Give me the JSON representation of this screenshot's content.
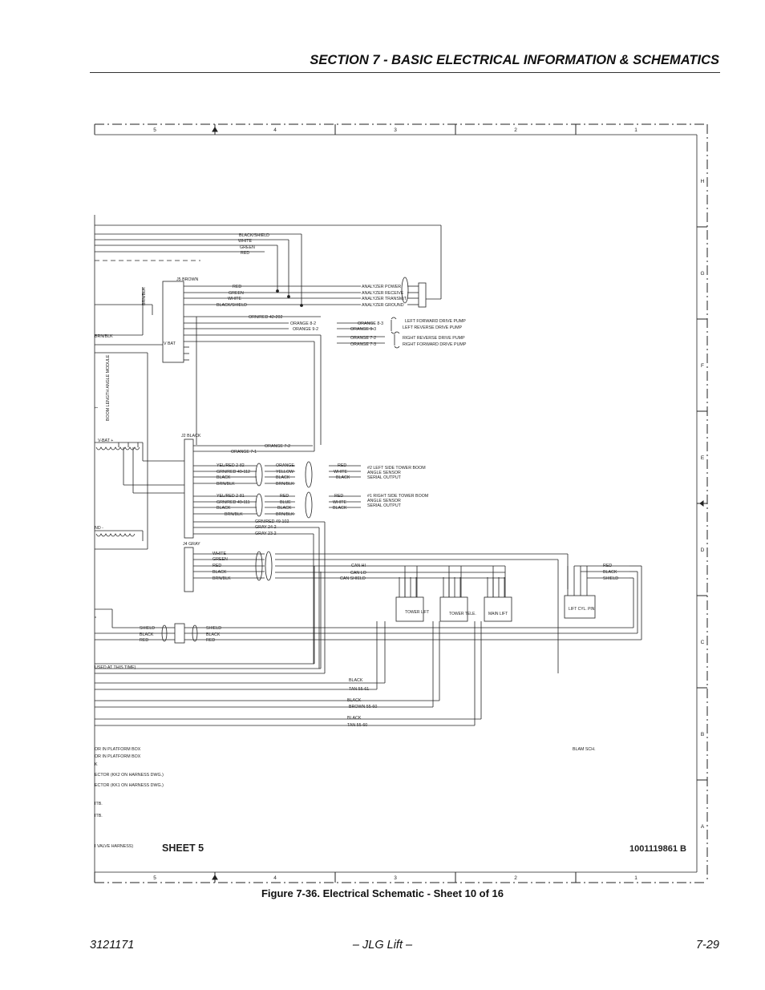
{
  "header": {
    "section_title": "SECTION 7 - BASIC ELECTRICAL INFORMATION & SCHEMATICS"
  },
  "frame": {
    "columns": [
      "5",
      "4",
      "3",
      "2",
      "1"
    ],
    "rows": [
      "H",
      "G",
      "F",
      "E",
      "D",
      "C",
      "B",
      "A"
    ]
  },
  "connectors": {
    "j5": "J5 BROWN",
    "j2": "J2 BLACK",
    "j4": "J4 GRAY",
    "vbat": "V BAT",
    "module": "BOOM LENGTH ANGLE MODULE",
    "module_marker": "T",
    "vbat_plus": "V-BAT +",
    "gnd": "ND -"
  },
  "top_wires": [
    "BLACK/SHIELD",
    "WHITE",
    "GREEN",
    "RED"
  ],
  "j5_wires": [
    "RED",
    "GREEN",
    "WHITE",
    "BLACK/SHIELD"
  ],
  "analyzer": [
    "ANALYZER POWER",
    "ANALYZER RECEIVE",
    "ANALYZER TRANSMIT",
    "ANALYZER GROUND"
  ],
  "brnblk_left": "BRN/BLK",
  "brnblk_side": "BRN/BLK",
  "orn_wire": "ORN/RED 42-202",
  "pump_left_wires": [
    "ORANGE 8-2",
    "ORANGE 9-2"
  ],
  "pump_right_wires": [
    "ORANGE 8-3",
    "ORANGE 9-3",
    "ORANGE 7-2",
    "ORANGE 7-3"
  ],
  "pumps": [
    "LEFT FORWARD DRIVE PUMP",
    "LEFT REVERSE DRIVE PUMP",
    "RIGHT REVERSE DRIVE PUMP",
    "RIGHT FORWARD DRIVE PUMP"
  ],
  "j2_wires": {
    "orange_a": "ORANGE 7-2",
    "orange_b": "ORANGE 7-1",
    "sensor2_left": [
      "YEL/RED 2-82",
      "GRN/RED 49-112",
      "BLACK",
      "BRN/BLK"
    ],
    "sensor2_mid": [
      "ORANGE",
      "YELLOW",
      "BLACK",
      "BRN/BLK"
    ],
    "sensor2_right": [
      "RED",
      "WHITE",
      "BLACK"
    ],
    "sensor1_left": [
      "YEL/RED 2-81",
      "GRN/RED 49-111",
      "BLACK",
      "BRN/BLK"
    ],
    "sensor1_mid": [
      "RED",
      "BLUE",
      "BLACK",
      "BRN/BLK"
    ],
    "sensor1_right": [
      "RED",
      "WHITE",
      "BLACK"
    ],
    "bottom": [
      "GRN/RED 49-102",
      "GRAY 24-2",
      "GRAY 23-2"
    ]
  },
  "sensor2_label": [
    "#2 LEFT SIDE TOWER BOOM",
    "ANGLE SENSOR",
    "SERIAL OUTPUT"
  ],
  "sensor1_label": [
    "#1 RIGHT SIDE TOWER BOOM",
    "ANGLE SENSOR",
    "SERIAL OUTPUT"
  ],
  "j4_wires": [
    "WHITE",
    "GREEN",
    "RED",
    "BLACK",
    "BRN/BLK"
  ],
  "can": [
    "CAN HI",
    "CAN LO",
    "CAN SHIELD"
  ],
  "lift_pin_wires": [
    "RED",
    "BLACK",
    "SHIELD"
  ],
  "boxes": [
    "TOWER LIFT",
    "TOWER TELE.",
    "MAIN LIFT",
    "LIFT CYL. PIN"
  ],
  "shield_left": [
    "SHIELD",
    "BLACK",
    "RED"
  ],
  "shield_right": [
    "SHIELD",
    "BLACK",
    "RED"
  ],
  "used_note": "USED AT THIS TIME)",
  "bottom_wires": [
    "BLACK",
    "TAN 55-61",
    "BLACK",
    "BROWN 55-60",
    "BLACK",
    "TAN 55-60"
  ],
  "blam": "BLAM SCH.",
  "notes": [
    "OR IN PLATFORM BOX",
    "OR IN PLATFORM BOX",
    "K",
    "ECTOR (KK2 ON HARNESS DWG.)",
    "ECTOR (KK1 ON HARNESS DWG.)",
    "ITB.",
    "ITB.",
    "I VALVE HARNESS)"
  ],
  "sheet": "SHEET 5",
  "drawing_number": "1001119861 B",
  "caption": "Figure 7-36.  Electrical Schematic - Sheet 10 of 16",
  "footer": {
    "left": "3121171",
    "center": "– JLG Lift –",
    "right": "7-29"
  }
}
